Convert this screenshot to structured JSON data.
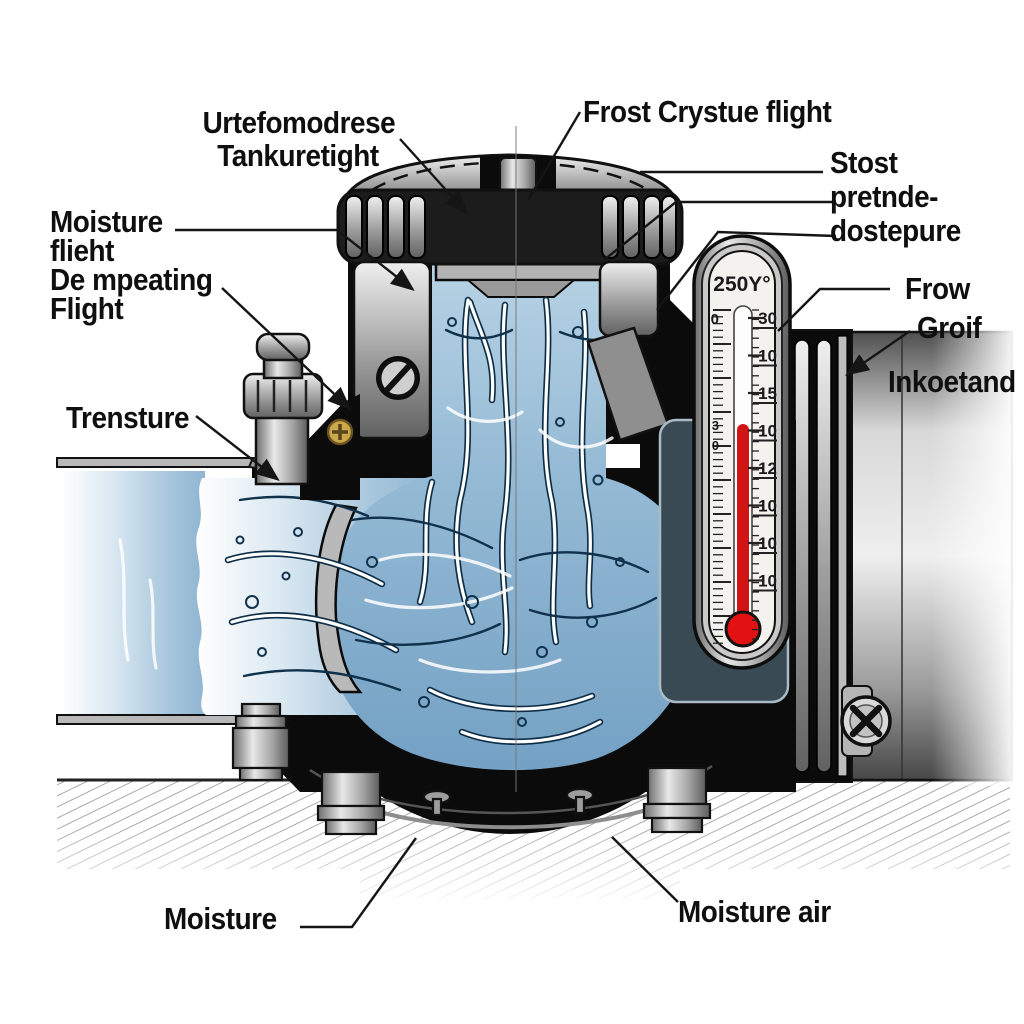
{
  "figure": {
    "type": "technical cutaway illustration",
    "subject": "frozen pipe valve cross-section with ice and thermometer"
  },
  "labels": {
    "cap_label": {
      "lines": [
        "Urtefomodrese",
        "Tankuretight"
      ]
    },
    "frost": {
      "text": "Frost Crystue flight"
    },
    "right_stack": {
      "lines": [
        "Stost",
        "pretnde-",
        "dostepure"
      ]
    },
    "frow": {
      "text": "Frow"
    },
    "groif": {
      "text": "Groif"
    },
    "inkoetand": {
      "text": "Inkoetand"
    },
    "left_stack": {
      "lines": [
        "Moisture",
        "flieht",
        "De mpeating",
        "Flight"
      ]
    },
    "trensture": {
      "text": "Trensture"
    },
    "bottom_left": {
      "text": "Moisture"
    },
    "bottom_right": {
      "text": "Moisture air"
    }
  },
  "thermometer": {
    "top_label": "250Y°",
    "right_scale": [
      "30",
      "10",
      "15",
      "10",
      "12",
      "10",
      "10",
      "10"
    ],
    "left_scale": [
      "0",
      "3",
      "0"
    ],
    "mercury_color": "#d21414",
    "bulb_color": "#e01212"
  },
  "colors": {
    "ice_light": "#cfe2ee",
    "ice_mid": "#9dbfd8",
    "ice_deep": "#7fa9c9",
    "shell_black": "#0b0b0b",
    "metal_light": "#e2e2e2",
    "metal_dark": "#5a5a5a",
    "panel_slate": "#3a4a55",
    "label_text": "#0f0f0f"
  }
}
